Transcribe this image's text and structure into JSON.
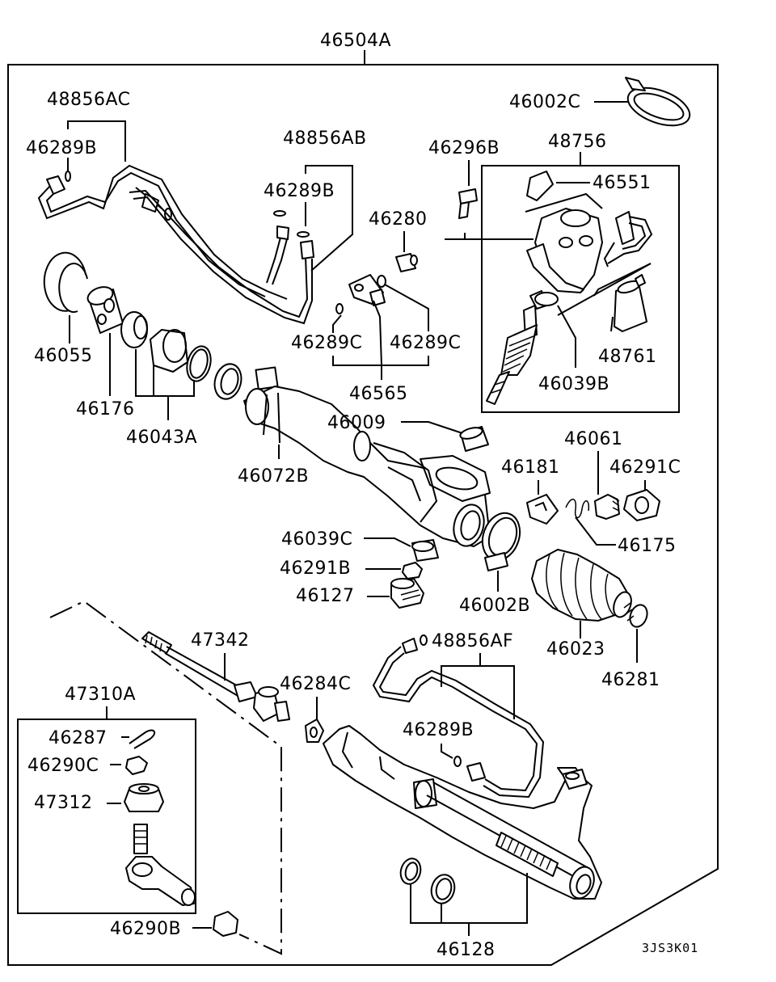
{
  "diagram": {
    "drawing_code": "3JS3K01",
    "labels": {
      "assembly": "46504A",
      "hose_ac": "48856AC",
      "seal_ac": "46289B",
      "hose_ab": "48856AB",
      "seal_ab": "46289B",
      "band_top": "46002C",
      "bolt_296": "46296B",
      "valve_asm": "48756",
      "valve_551": "46551",
      "union_280": "46280",
      "gasket_l": "46289C",
      "gasket_r": "46289C",
      "union_set": "46565",
      "snap_ring": "46055",
      "bushing": "46176",
      "seal_kit": "46043A",
      "housing": "46009",
      "mount_rub": "46072B",
      "seal_039b": "46039B",
      "motor": "48761",
      "plug_061": "46061",
      "guide_181": "46181",
      "nut_291c": "46291C",
      "spring": "46175",
      "seal_039c": "46039C",
      "nut_291b": "46291B",
      "plug_127": "46127",
      "band_002b": "46002B",
      "boot": "46023",
      "clip": "46281",
      "tie_rod": "47342",
      "hose_af": "48856AF",
      "lock_284c": "46284C",
      "tie_end_asm": "47310A",
      "seal_af": "46289B",
      "cotter": "46287",
      "nut_290c": "46290C",
      "dust_cover": "47312",
      "nut_290b": "46290B",
      "seal_set": "46128"
    }
  }
}
